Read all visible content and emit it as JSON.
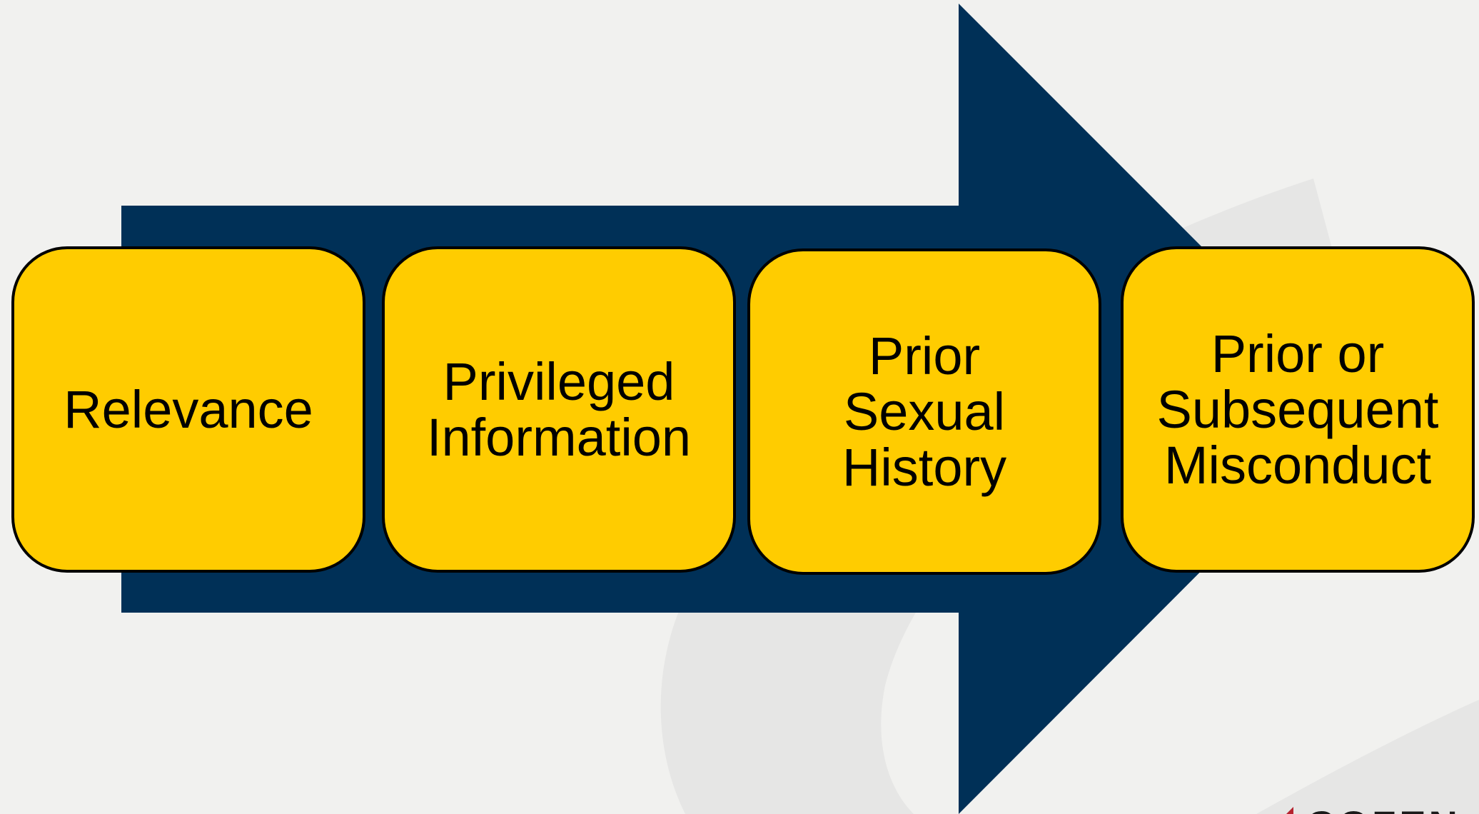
{
  "colors": {
    "background": "#f1f1ef",
    "arrow": "#003057",
    "box_fill": "#ffcc00",
    "box_border": "#000000",
    "text": "#000000",
    "logo_accent": "#b5232f"
  },
  "steps": [
    {
      "label": "Relevance"
    },
    {
      "label": "Privileged\nInformation"
    },
    {
      "label": "Prior\nSexual\nHistory"
    },
    {
      "label": "Prior or\nSubsequent\nMisconduct"
    }
  ],
  "logo": {
    "text": "COZEN"
  }
}
